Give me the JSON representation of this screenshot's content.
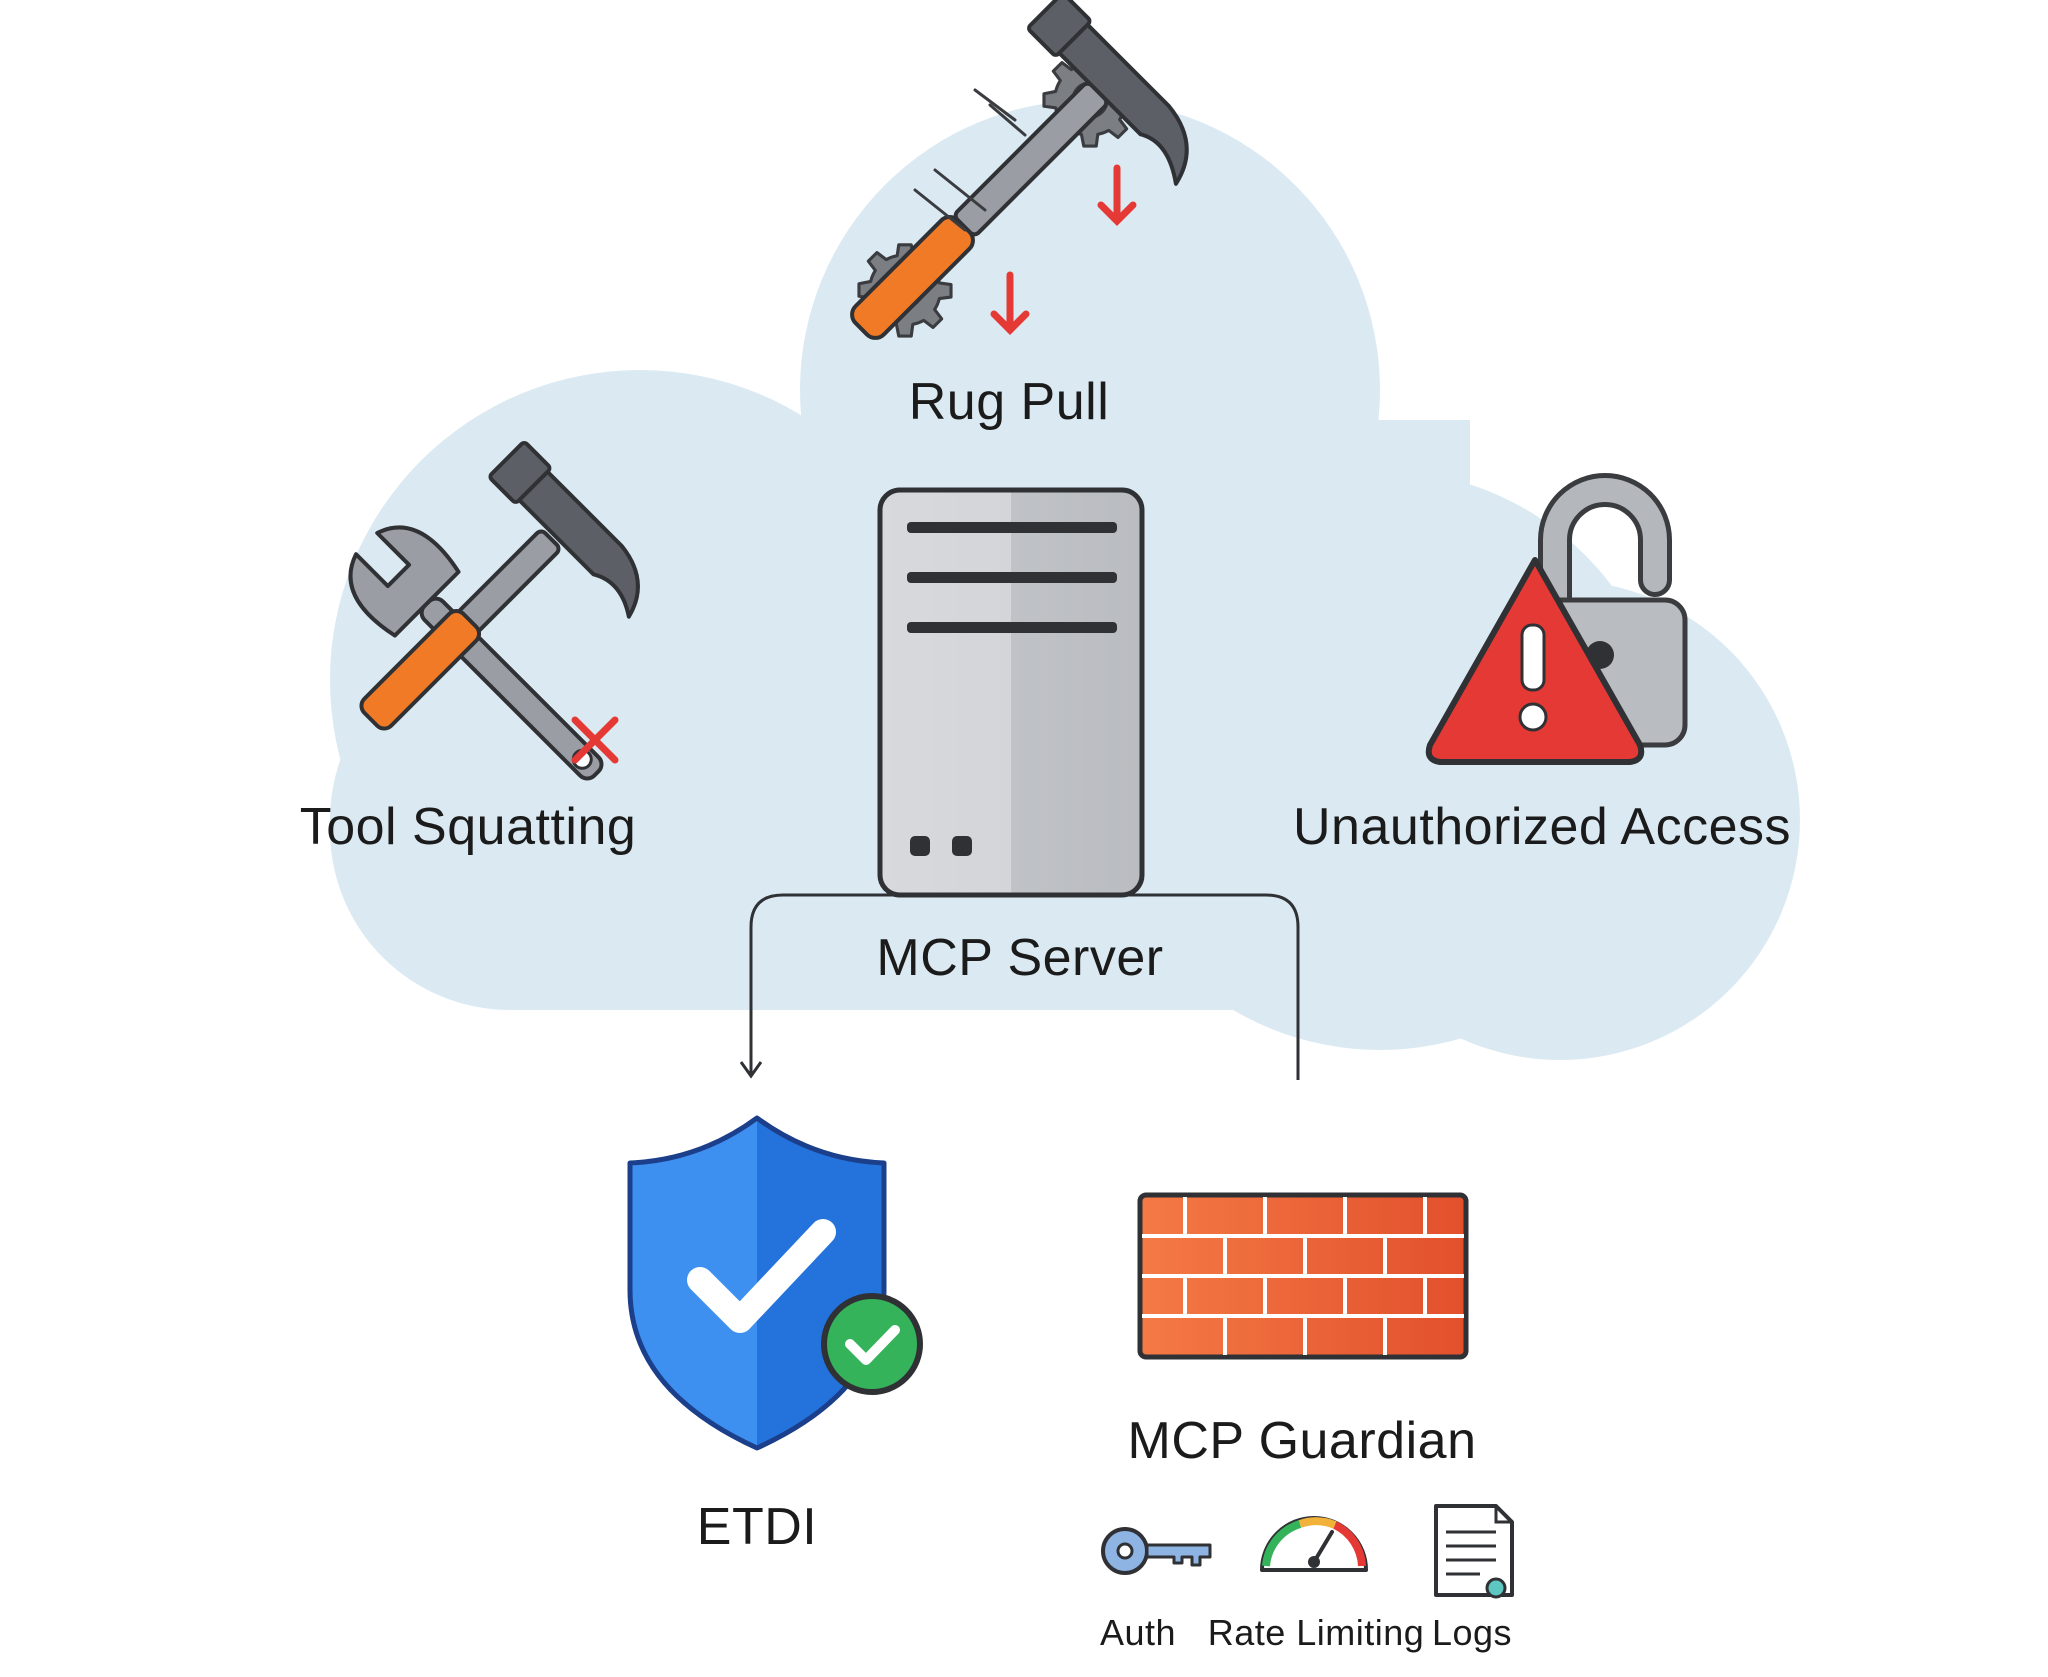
{
  "nodes": {
    "rug_pull": "Rug Pull",
    "tool_squatting": "Tool Squatting",
    "unauthorized_access": "Unauthorized Access",
    "mcp_server": "MCP Server",
    "etdi": "ETDI",
    "mcp_guardian": "MCP Guardian"
  },
  "guardian_features": [
    "Auth",
    "Rate Limiting",
    "Logs"
  ],
  "icons": {
    "rug_pull": "hammer-gears-icon",
    "tool_squatting": "crossed-hammer-wrench-icon",
    "unauthorized_access": "warning-open-lock-icon",
    "mcp_server": "server-tower-icon",
    "etdi": "shield-check-icon",
    "mcp_guardian": "brick-firewall-icon",
    "auth": "key-icon",
    "rate_limiting": "gauge-icon",
    "logs": "document-icon"
  },
  "colors": {
    "cloud": "#dbeaf2",
    "alert_red": "#e53935",
    "shield_blue": "#2f80ea",
    "check_green": "#34b35a",
    "brick_orange": "#f26b3a",
    "handle_orange": "#f07a26"
  }
}
